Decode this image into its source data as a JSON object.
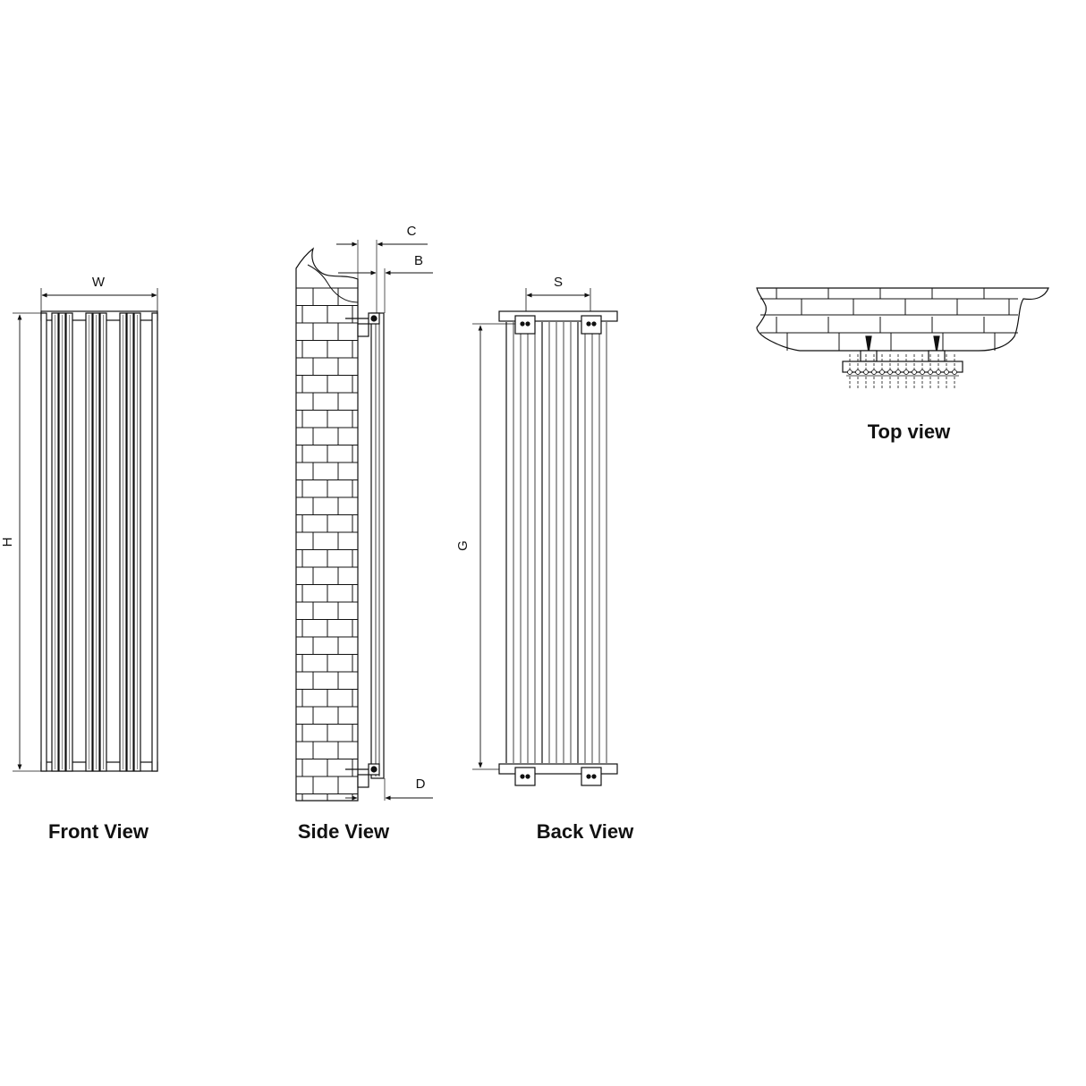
{
  "dimensions": {
    "width": "W",
    "height": "H",
    "wall_gap": "C",
    "depth": "B",
    "bracket_centres": "S",
    "bracket_height": "G",
    "bottom_offset": "D"
  },
  "views": {
    "front": "Front View",
    "side": "Side View",
    "back": "Back View",
    "top": "Top view"
  },
  "colors": {
    "line": "#111111",
    "fill": "#ffffff"
  }
}
